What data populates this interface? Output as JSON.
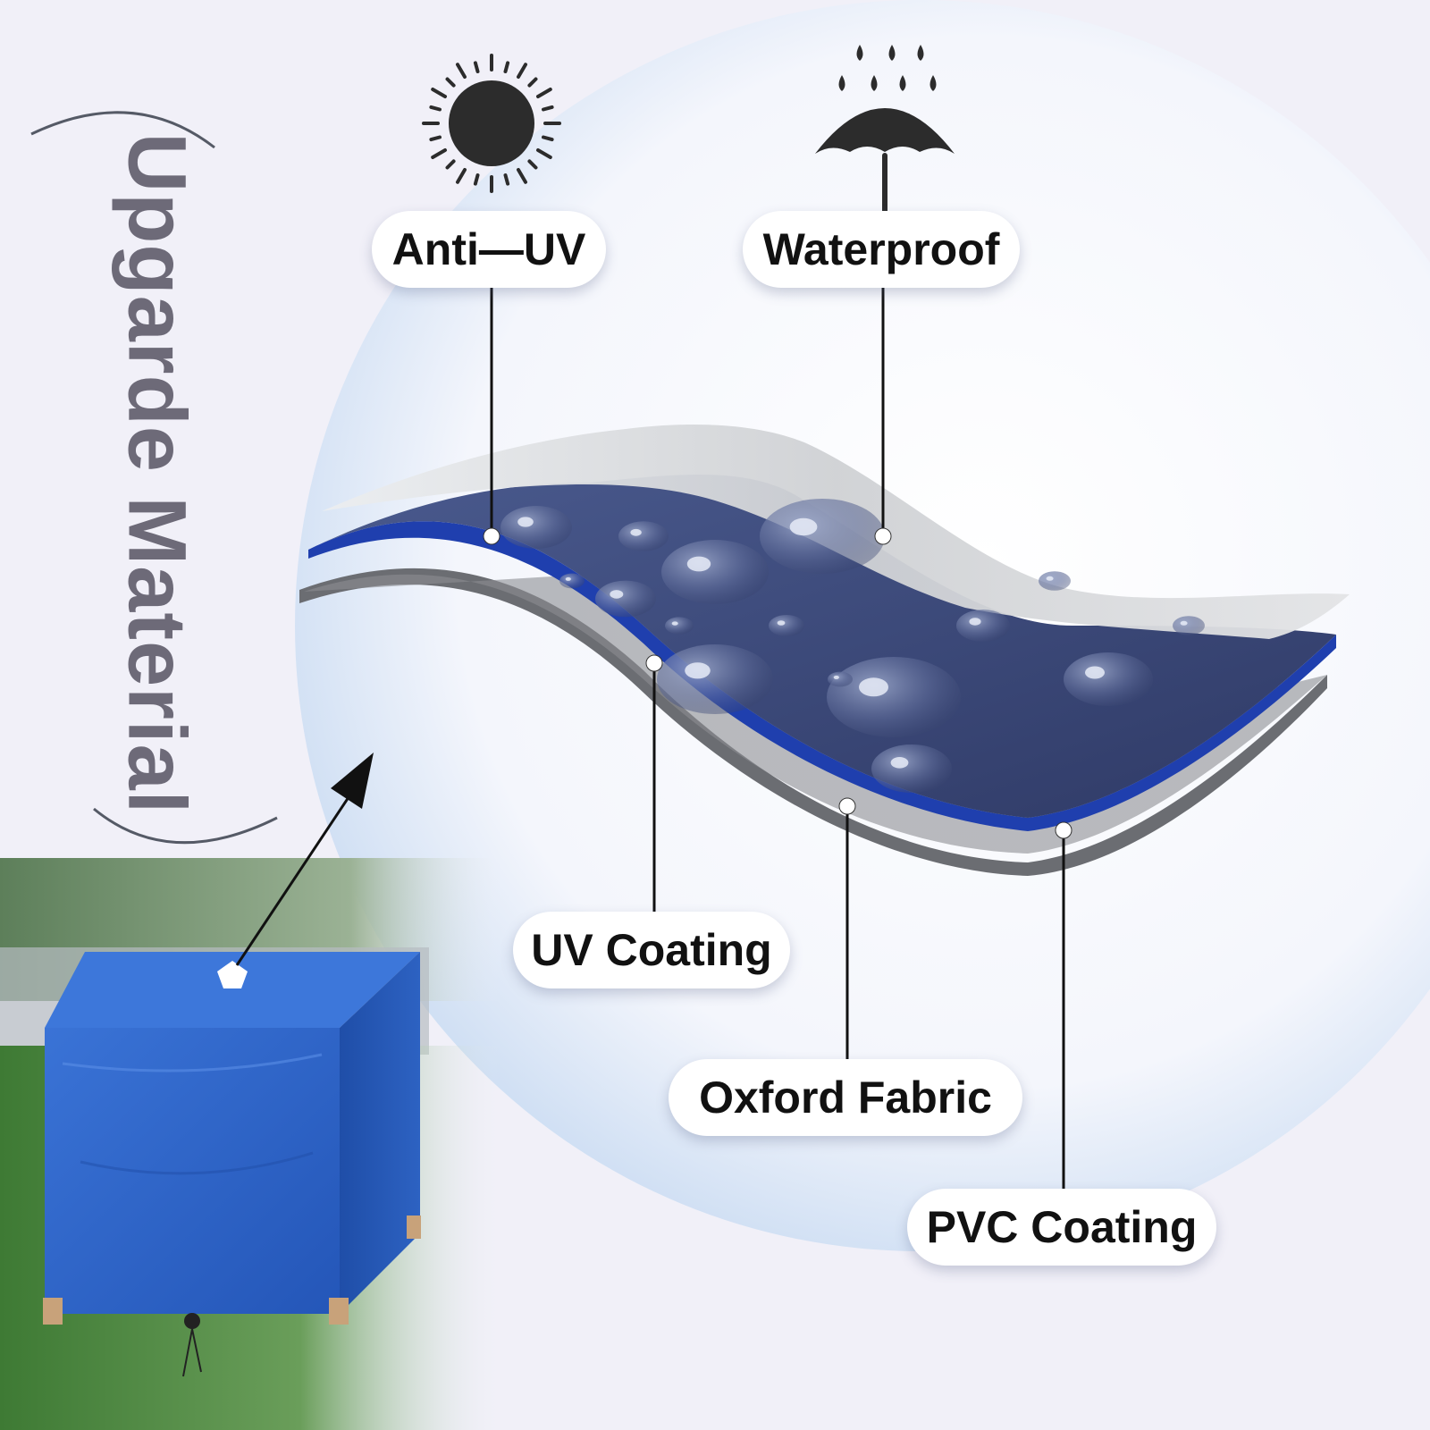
{
  "title": "Upgarde Material",
  "features": {
    "anti_uv": {
      "label": "Anti—UV",
      "icon": "sun-icon"
    },
    "waterproof": {
      "label": "Waterproof",
      "icon": "umbrella-rain-icon"
    }
  },
  "layers": {
    "uv_coating": "UV Coating",
    "oxford_fabric": "Oxford Fabric",
    "pvc_coating": "PVC Coating"
  },
  "colors": {
    "cover_blue": "#2f66c8",
    "fabric_navy": "#3d4a78",
    "layer_blue_edge": "#1f3fae",
    "pvc_gray": "#6b6d72",
    "clear_layer": "#d6d7da",
    "title_gray": "#6d6a78"
  }
}
